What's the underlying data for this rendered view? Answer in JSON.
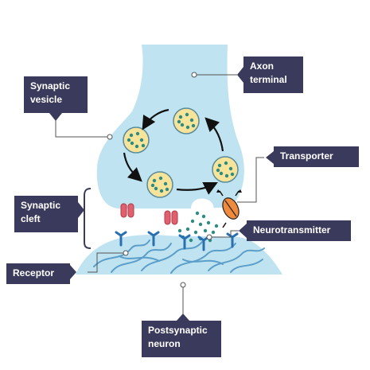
{
  "labels": {
    "axon_terminal": "Axon\nterminal",
    "synaptic_vesicle": "Synaptic\nvesicle",
    "transporter": "Transporter",
    "synaptic_cleft": "Synaptic\ncleft",
    "neurotransmitter": "Neurotransmitter",
    "receptor": "Receptor",
    "postsynaptic_neuron": "Postsynaptic\nneuron"
  },
  "colors": {
    "label_bg": "#3a3a5c",
    "label_text": "#ffffff",
    "neuron_fill": "#bfe3f0",
    "fiber": "#5b9ec9",
    "vesicle_fill": "#f7e49b",
    "vesicle_stroke": "#5a8a9a",
    "dot": "#2e8b82",
    "receptor": "#2a6fb0",
    "channel": "#e0606e",
    "transporter": "#f08a3c",
    "connector": "#555555"
  }
}
